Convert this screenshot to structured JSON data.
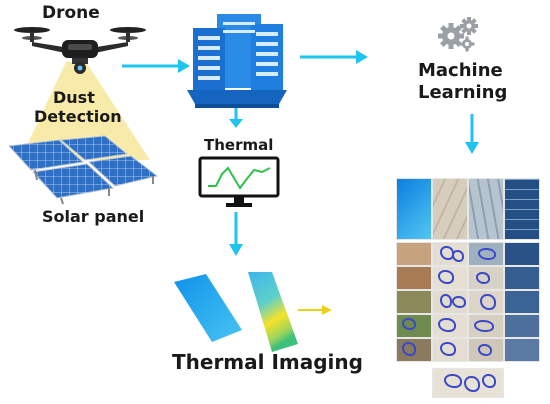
{
  "labels": {
    "drone": "Drone",
    "dust_detection_line1": "Dust",
    "dust_detection_line2": "Detection",
    "solar_panel": "Solar panel",
    "thermal": "Thermal",
    "machine_learning_line1": "Machine",
    "machine_learning_line2": "Learning",
    "thermal_imaging": "Thermal Imaging"
  },
  "icons": {
    "drone": "drone-icon",
    "server": "server-building-icon",
    "gears": "gears-icon",
    "monitor": "thermal-monitor-icon",
    "solar": "solar-panel-array-icon"
  },
  "colors": {
    "arrow": "#1ec4ee",
    "beam": "#f7e79b",
    "server_blue": "#1f7fe0",
    "panel_blue": "#3a79c9",
    "thermal_cool": "#29a9ee",
    "thermal_hot": "#f5e22a",
    "scribble": "#3a49c8",
    "text": "#1a1a1a"
  }
}
